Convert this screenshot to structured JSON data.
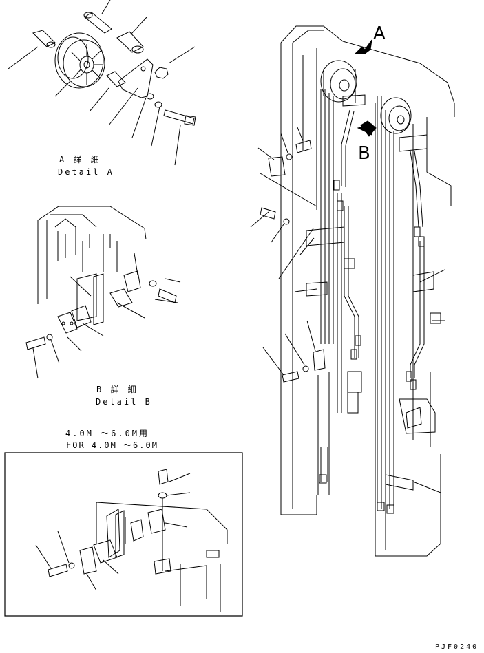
{
  "detail_a": {
    "jp": "A 詳 細",
    "en": "Detail A"
  },
  "detail_b": {
    "jp": "B 詳 細",
    "en": "Detail B"
  },
  "range": {
    "jp": "4.0M 〜6.0M用",
    "en": "FOR 4.0M 〜6.0M"
  },
  "view_markers": {
    "a": "A",
    "b": "B"
  },
  "drawing_code": "PJF0240"
}
